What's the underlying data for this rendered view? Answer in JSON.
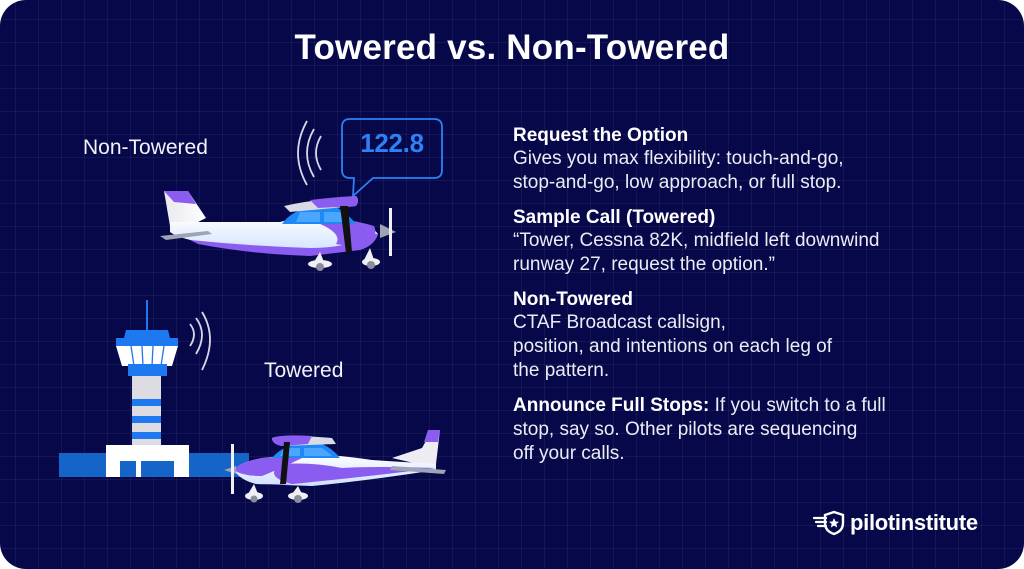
{
  "title": "Towered vs. Non-Towered",
  "illustration": {
    "label_non_towered": "Non-Towered",
    "label_towered": "Towered",
    "frequency_bubble": "122.8",
    "icons": [
      "radio-waves-icon",
      "speech-bubble-icon",
      "airplane-icon",
      "control-tower-icon",
      "runway-icon"
    ]
  },
  "sections": [
    {
      "title": "Request the Option",
      "body_lines": [
        "Gives you max flexibility: touch-and-go,",
        "stop-and-go, low approach, or full stop."
      ]
    },
    {
      "title": "Sample Call (Towered)",
      "body_lines": [
        "“Tower, Cessna 82K, midfield left downwind",
        "runway 27, request the option.”"
      ]
    },
    {
      "title": "Non-Towered",
      "body_lines": [
        "CTAF Broadcast callsign,",
        "position, and intentions on each leg of",
        "the pattern."
      ]
    },
    {
      "title_inline": "Announce Full Stops:",
      "body_first": " If you switch to a full",
      "body_lines": [
        "stop, say so. Other pilots are sequencing",
        "off your calls."
      ]
    }
  ],
  "logo": {
    "text": "pilotinstitute",
    "icon": "winged-shield-star-icon"
  },
  "colors": {
    "background": "#06084a",
    "accent_blue": "#2f80f5",
    "tower_blue": "#1e78f0",
    "runway_blue": "#1565c8",
    "plane_purple": "#8a5cf0",
    "text": "#ffffff"
  }
}
